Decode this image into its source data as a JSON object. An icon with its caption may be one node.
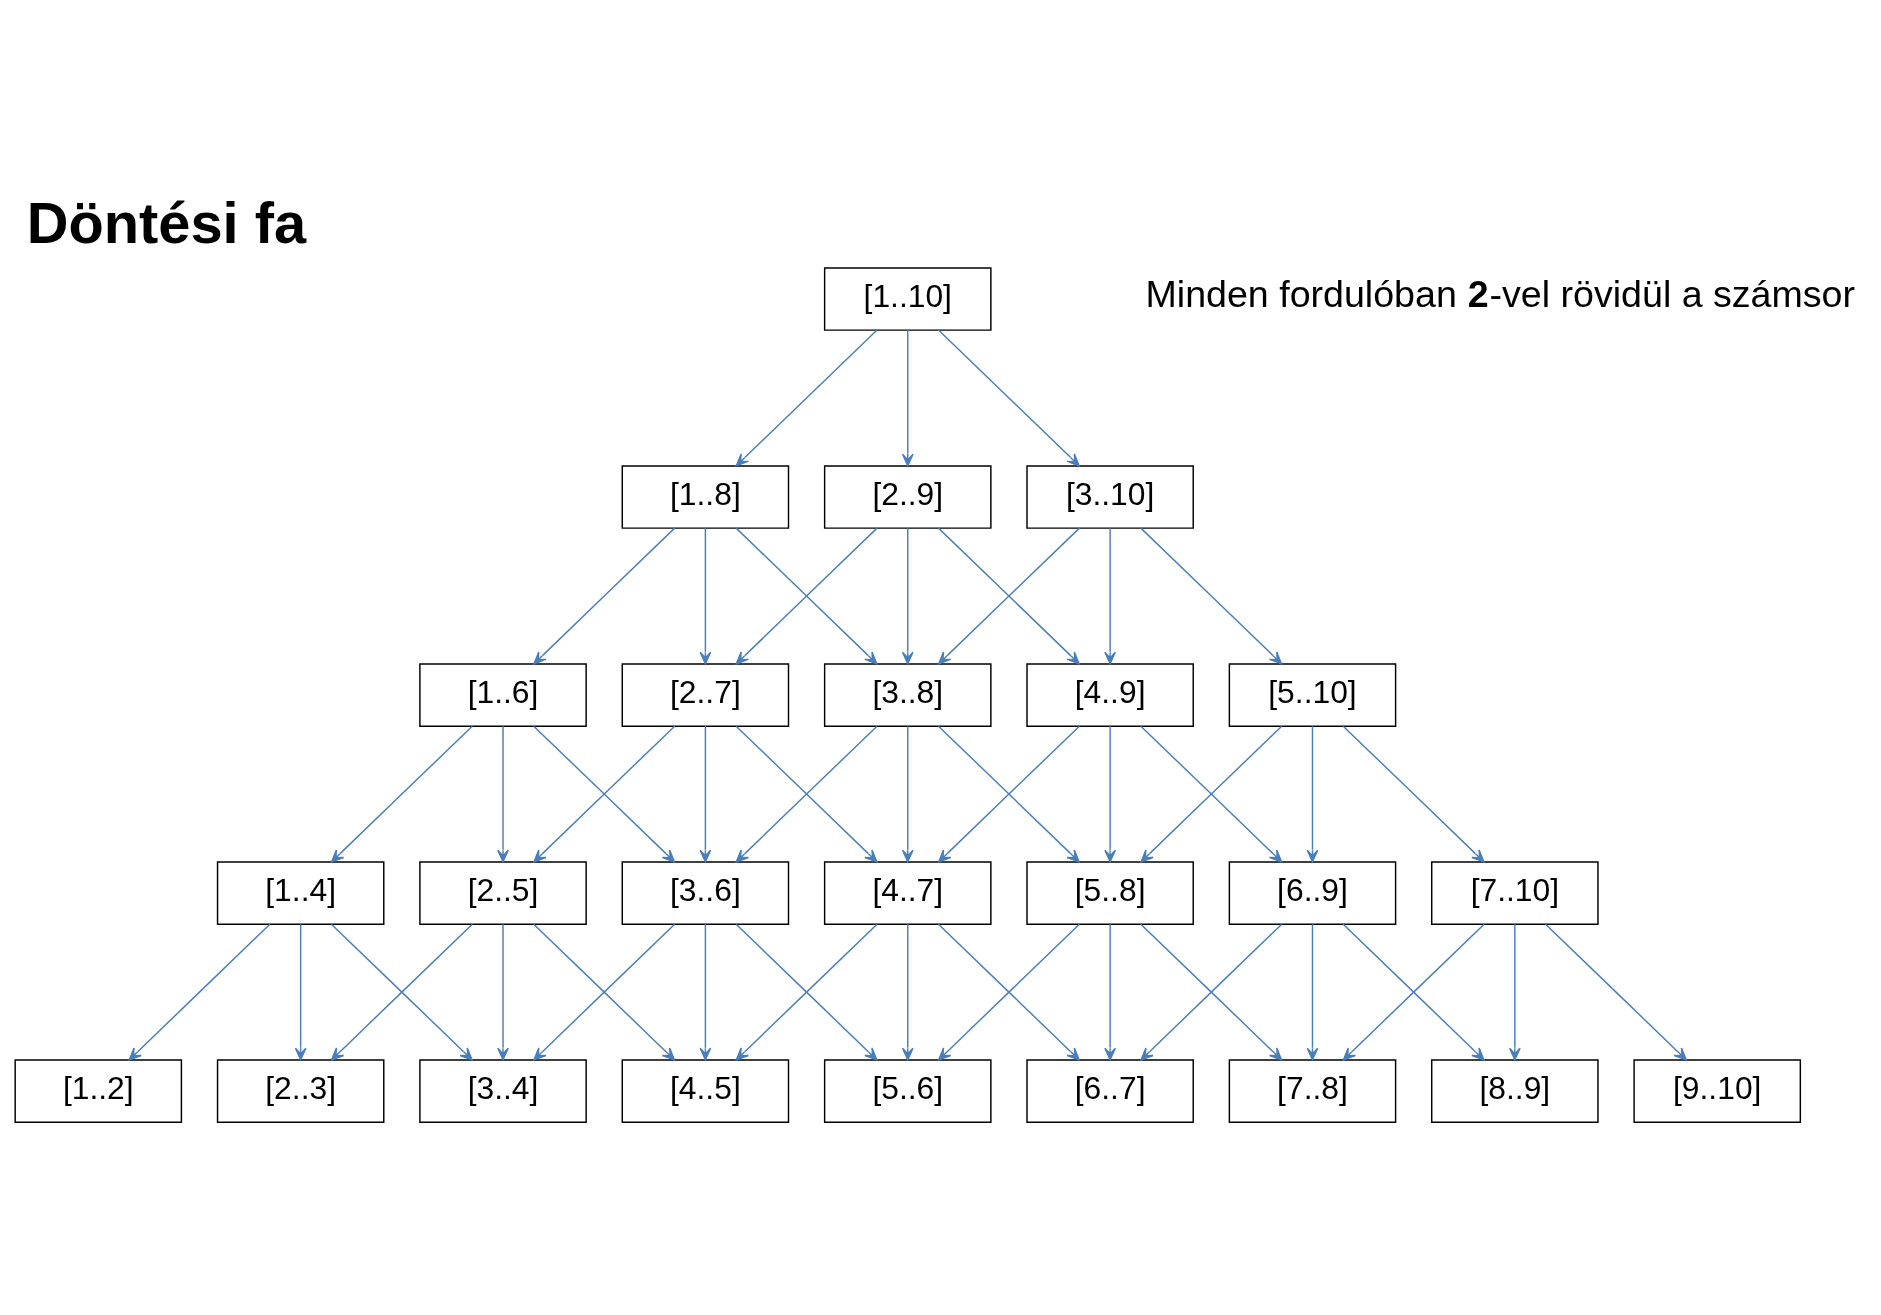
{
  "diagram": {
    "title": "Döntési fa",
    "nodes": [
      {
        "text": [
          "[1..10]"
        ]
      },
      {
        "text": [
          "[1..8]"
        ]
      },
      {
        "text": [
          "[2..9]"
        ]
      },
      {
        "text": [
          "[3..10]"
        ]
      },
      {
        "text": [
          "[1..6]"
        ]
      },
      {
        "text": [
          "[2..7]"
        ]
      },
      {
        "text": [
          "[3..8]"
        ]
      },
      {
        "text": [
          "[4..9]"
        ]
      },
      {
        "text": [
          "[5..10]"
        ]
      },
      {
        "text": [
          "[1..4]"
        ]
      },
      {
        "text": [
          "[2..5]"
        ]
      },
      {
        "text": [
          "[3..6]"
        ]
      },
      {
        "text": [
          "[4..7]"
        ]
      },
      {
        "text": [
          "[5..8]"
        ]
      },
      {
        "text": [
          "[6..9]"
        ]
      },
      {
        "text": [
          "[7..10]"
        ]
      },
      {
        "text": [
          "[1..2]"
        ]
      },
      {
        "text": [
          "[2..3]"
        ]
      },
      {
        "text": [
          "[3..4]"
        ]
      },
      {
        "text": [
          "[4..5]"
        ]
      },
      {
        "text": [
          "[5..6]"
        ]
      },
      {
        "text": [
          "[6..7]"
        ]
      },
      {
        "text": [
          "[7..8]"
        ]
      },
      {
        "text": [
          "[8..9]"
        ]
      },
      {
        "text": [
          "[9..10]"
        ]
      }
    ],
    "edges": [
      {
        "from": 0,
        "to": 1,
        "arrow": "to"
      },
      {
        "from": 0,
        "to": 2,
        "arrow": "to"
      },
      {
        "from": 0,
        "to": 3,
        "arrow": "to"
      },
      {
        "from": 1,
        "to": 4,
        "arrow": "to"
      },
      {
        "from": 1,
        "to": 5,
        "arrow": "to"
      },
      {
        "from": 1,
        "to": 6,
        "arrow": "to"
      },
      {
        "from": 2,
        "to": 5,
        "arrow": "to"
      },
      {
        "from": 2,
        "to": 6,
        "arrow": "to"
      },
      {
        "from": 2,
        "to": 7,
        "arrow": "to"
      },
      {
        "from": 3,
        "to": 6,
        "arrow": "to"
      },
      {
        "from": 3,
        "to": 7,
        "arrow": "to"
      },
      {
        "from": 3,
        "to": 8,
        "arrow": "to"
      },
      {
        "from": 4,
        "to": 9,
        "arrow": "to"
      },
      {
        "from": 4,
        "to": 10,
        "arrow": "to"
      },
      {
        "from": 4,
        "to": 11,
        "arrow": "to"
      },
      {
        "from": 5,
        "to": 10,
        "arrow": "to"
      },
      {
        "from": 5,
        "to": 11,
        "arrow": "to"
      },
      {
        "from": 5,
        "to": 12,
        "arrow": "to"
      },
      {
        "from": 6,
        "to": 11,
        "arrow": "to"
      },
      {
        "from": 6,
        "to": 12,
        "arrow": "to"
      },
      {
        "from": 6,
        "to": 13,
        "arrow": "to"
      },
      {
        "from": 7,
        "to": 12,
        "arrow": "to"
      },
      {
        "from": 7,
        "to": 13,
        "arrow": "to"
      },
      {
        "from": 7,
        "to": 14,
        "arrow": "to"
      },
      {
        "from": 8,
        "to": 13,
        "arrow": "to"
      },
      {
        "from": 8,
        "to": 14,
        "arrow": "to"
      },
      {
        "from": 8,
        "to": 15,
        "arrow": "to"
      },
      {
        "from": 9,
        "to": 16,
        "arrow": "to"
      },
      {
        "from": 9,
        "to": 17,
        "arrow": "to"
      },
      {
        "from": 9,
        "to": 18,
        "arrow": "to"
      },
      {
        "from": 10,
        "to": 17,
        "arrow": "to"
      },
      {
        "from": 10,
        "to": 18,
        "arrow": "to"
      },
      {
        "from": 10,
        "to": 19,
        "arrow": "to"
      },
      {
        "from": 11,
        "to": 18,
        "arrow": "to"
      },
      {
        "from": 11,
        "to": 19,
        "arrow": "to"
      },
      {
        "from": 11,
        "to": 20,
        "arrow": "to"
      },
      {
        "from": 12,
        "to": 19,
        "arrow": "to"
      },
      {
        "from": 12,
        "to": 20,
        "arrow": "to"
      },
      {
        "from": 12,
        "to": 21,
        "arrow": "to"
      },
      {
        "from": 13,
        "to": 20,
        "arrow": "to"
      },
      {
        "from": 13,
        "to": 21,
        "arrow": "to"
      },
      {
        "from": 13,
        "to": 22,
        "arrow": "to"
      },
      {
        "from": 14,
        "to": 21,
        "arrow": "to"
      },
      {
        "from": 14,
        "to": 22,
        "arrow": "to"
      },
      {
        "from": 14,
        "to": 23,
        "arrow": "to"
      },
      {
        "from": 15,
        "to": 22,
        "arrow": "to"
      },
      {
        "from": 15,
        "to": 23,
        "arrow": "to"
      },
      {
        "from": 15,
        "to": 24,
        "arrow": "to"
      }
    ],
    "labels": [
      "Minden fordulóban **2**-vel rövidül a számsor"
    ]
  }
}
